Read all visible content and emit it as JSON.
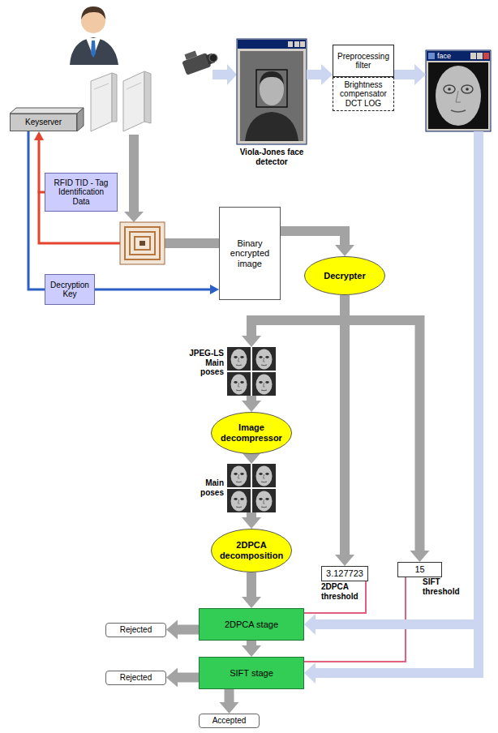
{
  "diagram": {
    "nodes": [
      {
        "text": [
          "Keyserver"
        ]
      },
      {
        "text": [
          "RFID TID - Tag Identification Data"
        ]
      },
      {
        "text": [
          "Viola-Jones face detector"
        ]
      },
      {
        "text": [
          "Preprocessing filter"
        ]
      },
      {
        "text": [
          "Brightness compensator DCT LOG"
        ]
      },
      {
        "text": [
          "face"
        ]
      },
      {
        "text": [
          "Binary encrypted image"
        ]
      },
      {
        "text": [
          "Decryption Key"
        ]
      },
      {
        "text": [
          "Decrypter"
        ]
      },
      {
        "text": [
          "JPEG-LS Main poses"
        ]
      },
      {
        "text": [
          "Image decompressor"
        ]
      },
      {
        "text": [
          "Main poses"
        ]
      },
      {
        "text": [
          "2DPCA decomposition"
        ]
      },
      {
        "text": [
          "3.127723",
          "2DPCA threshold"
        ]
      },
      {
        "text": [
          "15",
          "SIFT threshold"
        ]
      },
      {
        "text": [
          "2DPCA stage"
        ]
      },
      {
        "text": [
          "Rejected"
        ]
      },
      {
        "text": [
          "SIFT stage"
        ]
      },
      {
        "text": [
          "Rejected"
        ]
      },
      {
        "text": [
          "Accepted"
        ]
      }
    ],
    "edges": [
      {
        "from": 1,
        "to": 0,
        "arrow": "to"
      },
      {
        "from": 0,
        "to": 7,
        "arrow": "none"
      },
      {
        "from": 7,
        "to": 6,
        "arrow": "to"
      },
      {
        "from": 2,
        "to": 3,
        "arrow": "to"
      },
      {
        "from": 3,
        "to": 5,
        "arrow": "to"
      },
      {
        "from": 6,
        "to": 8,
        "arrow": "to"
      },
      {
        "from": 8,
        "to": 9,
        "arrow": "to"
      },
      {
        "from": 8,
        "to": 13,
        "arrow": "to"
      },
      {
        "from": 8,
        "to": 14,
        "arrow": "to"
      },
      {
        "from": 9,
        "to": 10,
        "arrow": "to"
      },
      {
        "from": 10,
        "to": 11,
        "arrow": "to"
      },
      {
        "from": 11,
        "to": 12,
        "arrow": "to"
      },
      {
        "from": 12,
        "to": 15,
        "arrow": "to"
      },
      {
        "from": 13,
        "to": 15,
        "arrow": "none"
      },
      {
        "from": 14,
        "to": 17,
        "arrow": "none"
      },
      {
        "from": 5,
        "to": 15,
        "arrow": "to"
      },
      {
        "from": 5,
        "to": 17,
        "arrow": "to"
      },
      {
        "from": 15,
        "to": 16,
        "arrow": "to"
      },
      {
        "from": 15,
        "to": 17,
        "arrow": "to"
      },
      {
        "from": 17,
        "to": 18,
        "arrow": "to"
      },
      {
        "from": 17,
        "to": 19,
        "arrow": "to"
      }
    ]
  }
}
